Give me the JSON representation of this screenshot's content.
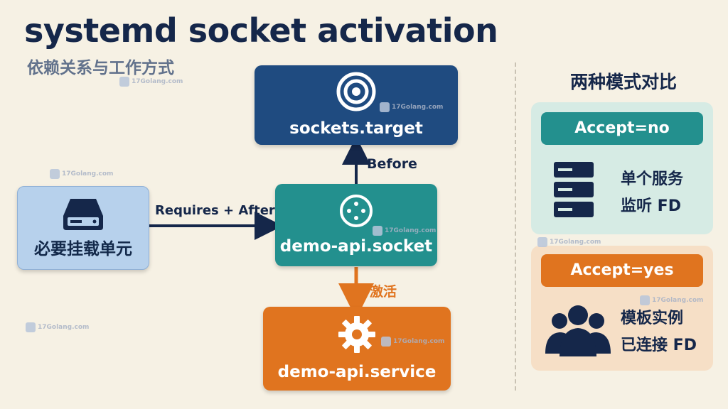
{
  "header": {
    "title": "systemd socket activation",
    "subtitle": "依赖关系与工作方式"
  },
  "nodes": {
    "sockets_target": "sockets.target",
    "demo_socket": "demo-api.socket",
    "demo_service": "demo-api.service",
    "mount_unit": "必要挂载单元"
  },
  "edges": {
    "before": "Before",
    "requires_after": "Requires + After",
    "activate": "激活"
  },
  "comparison": {
    "title": "两种模式对比",
    "accept_no": {
      "label": "Accept=no",
      "line1": "单个服务",
      "line2": "监听 FD"
    },
    "accept_yes": {
      "label": "Accept=yes",
      "line1": "模板实例",
      "line2": "已连接 FD"
    }
  },
  "watermark": "17Golang.com",
  "colors": {
    "navy": "#1f4b80",
    "teal": "#23908e",
    "orange": "#e0741f",
    "light_blue": "#b7d1ec",
    "background": "#f6f1e4"
  }
}
